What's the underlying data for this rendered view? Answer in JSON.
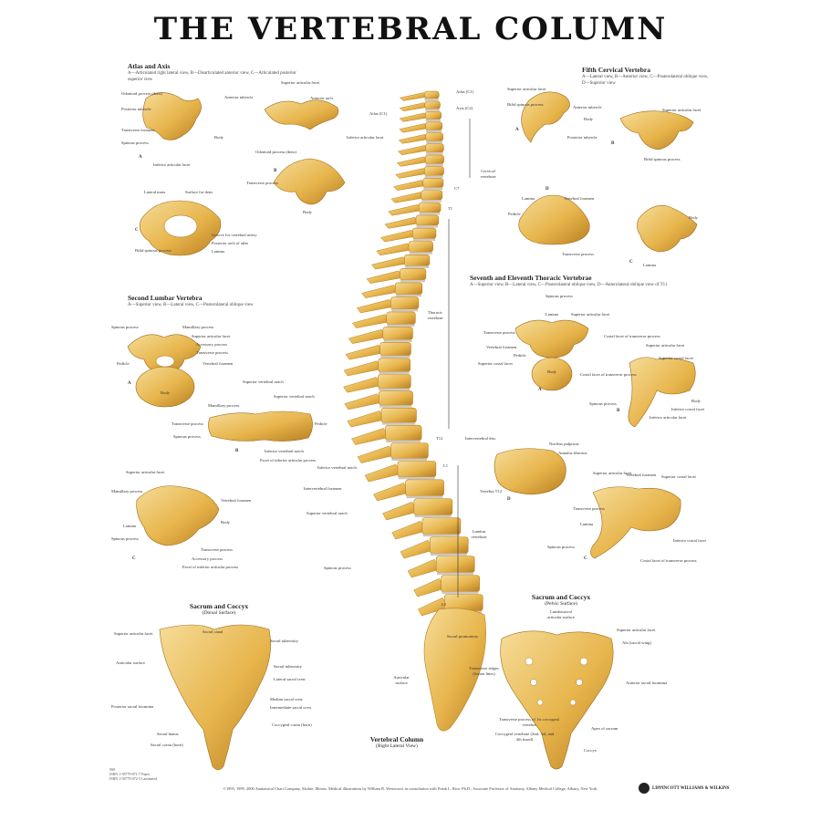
{
  "title": "THE VERTEBRAL COLUMN",
  "sections": {
    "atlas_axis": {
      "title": "Atlas and Axis",
      "subtitle": "A—Articulated right lateral view, B—Disarticulated anterior view, C—Articulated posterior superior view"
    },
    "fifth_cervical": {
      "title": "Fifth Cervical Vertebra",
      "subtitle": "A—Lateral view, B—Anterior view, C—Posterolateral oblique view, D—Superior view"
    },
    "second_lumbar": {
      "title": "Second Lumbar Vertebra",
      "subtitle": "A—Superior view, B—Lateral view, C—Posterolateral oblique view"
    },
    "thoracic": {
      "title": "Seventh and Eleventh Thoracic Vertebrae",
      "subtitle": "A—Superior view, B—Lateral view, C—Posterolateral oblique view, D—Anterolateral oblique view of T11"
    },
    "sacrum_dorsal": {
      "title": "Sacrum and Coccyx",
      "subtitle": "(Dorsal Surface)"
    },
    "sacrum_pelvic": {
      "title": "Sacrum and Coccyx",
      "subtitle": "(Pelvic Surface)"
    },
    "column": {
      "title": "Vertebral Column",
      "subtitle": "(Right Lateral View)"
    }
  },
  "labels": {
    "atlas_c1": "Atlas (C1)",
    "axis_c2": "Axis (C2)",
    "c7": "C7",
    "t1": "T1",
    "t12": "T12",
    "l1": "L1",
    "l5": "L5",
    "cervical_vertebrae": "Cervical vertebrae",
    "thoracic_vertebrae": "Thoracic vertebrae",
    "lumbar_vertebrae": "Lumbar vertebrae",
    "odontoid_process": "Odontoid process (dens)",
    "posterior_tubercle": "Posterior tubercle",
    "transverse_foramen": "Transverse foramen",
    "spinous_process": "Spinous process",
    "body": "Body",
    "inferior_articular_facet": "Inferior articular facet",
    "superior_articular_facet": "Superior articular facet",
    "anterior_tubercle": "Anterior tubercle",
    "anterior_arch": "Anterior arch",
    "transverse_process": "Transverse process",
    "lateral_mass": "Lateral mass",
    "surface_for_dens": "Surface for dens",
    "groove_vertebral_artery": "Groove for vertebral artery",
    "posterior_arch": "Posterior arch of atlas",
    "lamina": "Lamina",
    "bifid_spinous": "Bifid spinous process",
    "pedicle": "Pedicle",
    "vertebral_foramen": "Vertebral foramen",
    "mamillary_process": "Mamillary process",
    "accessory_process": "Accessory process",
    "superior_vertebral_notch": "Superior vertebral notch",
    "inferior_vertebral_notch": "Inferior vertebral notch",
    "facet_inferior_articular": "Facet of inferior articular process",
    "intervertebral_foramen": "Intervertebral foramen",
    "intervertebral_disc": "Intervertebral disc",
    "nucleus_pulposus": "Nucleus pulposus",
    "annulus_fibrosus": "Annulus fibrosus",
    "costal_facet": "Costal facet of transverse process",
    "superior_costal_facet": "Superior costal facet",
    "inferior_costal_facet": "Inferior costal facet",
    "sacral_promontory": "Sacral promontory",
    "auricular_surface": "Auricular surface",
    "ala": "Ala (sacral wing)",
    "sacral_canal": "Sacral canal",
    "median_sacral_crest": "Median sacral crest",
    "lateral_sacral_crest": "Lateral sacral crest",
    "intermediate_sacral_crest": "Intermediate sacral crest",
    "posterior_sacral_foramina": "Posterior sacral foramina",
    "anterior_sacral_foramina": "Anterior sacral foramina",
    "sacral_tuberosity": "Sacral tuberosity",
    "sacral_hiatus": "Sacral hiatus",
    "sacral_cornu": "Sacral cornu (horn)",
    "coccygeal_cornu": "Coccygeal cornu (horn)",
    "transverse_ridges": "Transverse ridges (fusion lines)",
    "apex_sacrum": "Apex of sacrum",
    "coccyx": "Coccyx",
    "coccygeal_vertebrae": "Coccygeal vertebrae (2nd, 3rd, and 4th fused)",
    "transverse_process_coccygeal": "Transverse process of 1st coccygeal vertebra",
    "lumbosacral_surface": "Lumbosacral articular surface",
    "vertebra_t12": "Vertebra T12"
  },
  "letters": {
    "a": "A",
    "b": "B",
    "c": "C",
    "d": "D"
  },
  "footer": "©1995, 1999, 2000 Anatomical Chart Company, Skokie, Illinois. Medical illustrations by William B. Westwood, in consultation with Frank L. Rice, Ph.D., Associate Professor of Anatomy, Albany Medical College, Albany, New York.",
  "code": [
    "9SE",
    "ISBN 1-58779-071-7 Paper",
    "ISBN 1-58779-072-5 Laminated"
  ],
  "logo": "LIPPINCOTT WILLIAMS & WILKINS",
  "colors": {
    "bone": "#e7b54c",
    "bone_dark": "#b97f22",
    "bone_light": "#f6dc98",
    "disc": "#cfc7be"
  }
}
